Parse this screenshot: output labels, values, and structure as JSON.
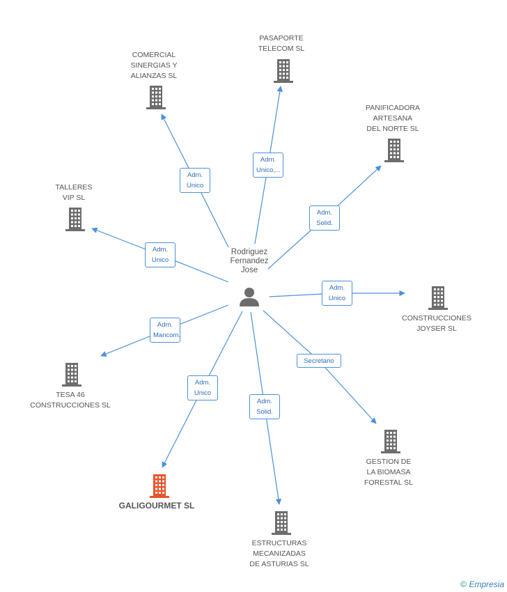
{
  "center": {
    "name": "Rodriguez\nFernandez\nJose"
  },
  "companies": [
    {
      "id": "comercial",
      "name": "COMERCIAL\nSINERGIAS Y\nALIANZAS SL",
      "highlight": false
    },
    {
      "id": "pasaporte",
      "name": "PASAPORTE\nTELECOM SL",
      "highlight": false
    },
    {
      "id": "panificadora",
      "name": "PANIFICADORA\nARTESANA\nDEL NORTE SL",
      "highlight": false
    },
    {
      "id": "talleres",
      "name": "TALLERES\nVIP SL",
      "highlight": false
    },
    {
      "id": "joyser",
      "name": "CONSTRUCCIONES\nJOYSER SL",
      "highlight": false
    },
    {
      "id": "tesa",
      "name": "TESA 46\nCONSTRUCCIONES SL",
      "highlight": false
    },
    {
      "id": "biomasa",
      "name": "GESTION DE\nLA BIOMASA\nFORESTAL SL",
      "highlight": false
    },
    {
      "id": "galigourmet",
      "name": "GALIGOURMET SL",
      "highlight": true
    },
    {
      "id": "estructuras",
      "name": "ESTRUCTURAS\nMECANIZADAS\nDE ASTURIAS SL",
      "highlight": false
    }
  ],
  "edges": [
    {
      "to": "comercial",
      "role": "Adm.\nUnico"
    },
    {
      "to": "pasaporte",
      "role": "Adm.\nUnico,..."
    },
    {
      "to": "panificadora",
      "role": "Adm.\nSolid."
    },
    {
      "to": "talleres",
      "role": "Adm.\nUnico"
    },
    {
      "to": "joyser",
      "role": "Adm.\nUnico"
    },
    {
      "to": "tesa",
      "role": "Adm.\nMancom."
    },
    {
      "to": "biomasa",
      "role": "Secretario"
    },
    {
      "to": "galigourmet",
      "role": "Adm.\nUnico"
    },
    {
      "to": "estructuras",
      "role": "Adm.\nSolid."
    }
  ],
  "colors": {
    "edge": "#4a90d9",
    "building": "#6d6d6d",
    "building_highlight": "#e8542d",
    "person": "#6d6d6d"
  },
  "footer": {
    "copyright": "©",
    "brand": "Empresia"
  }
}
